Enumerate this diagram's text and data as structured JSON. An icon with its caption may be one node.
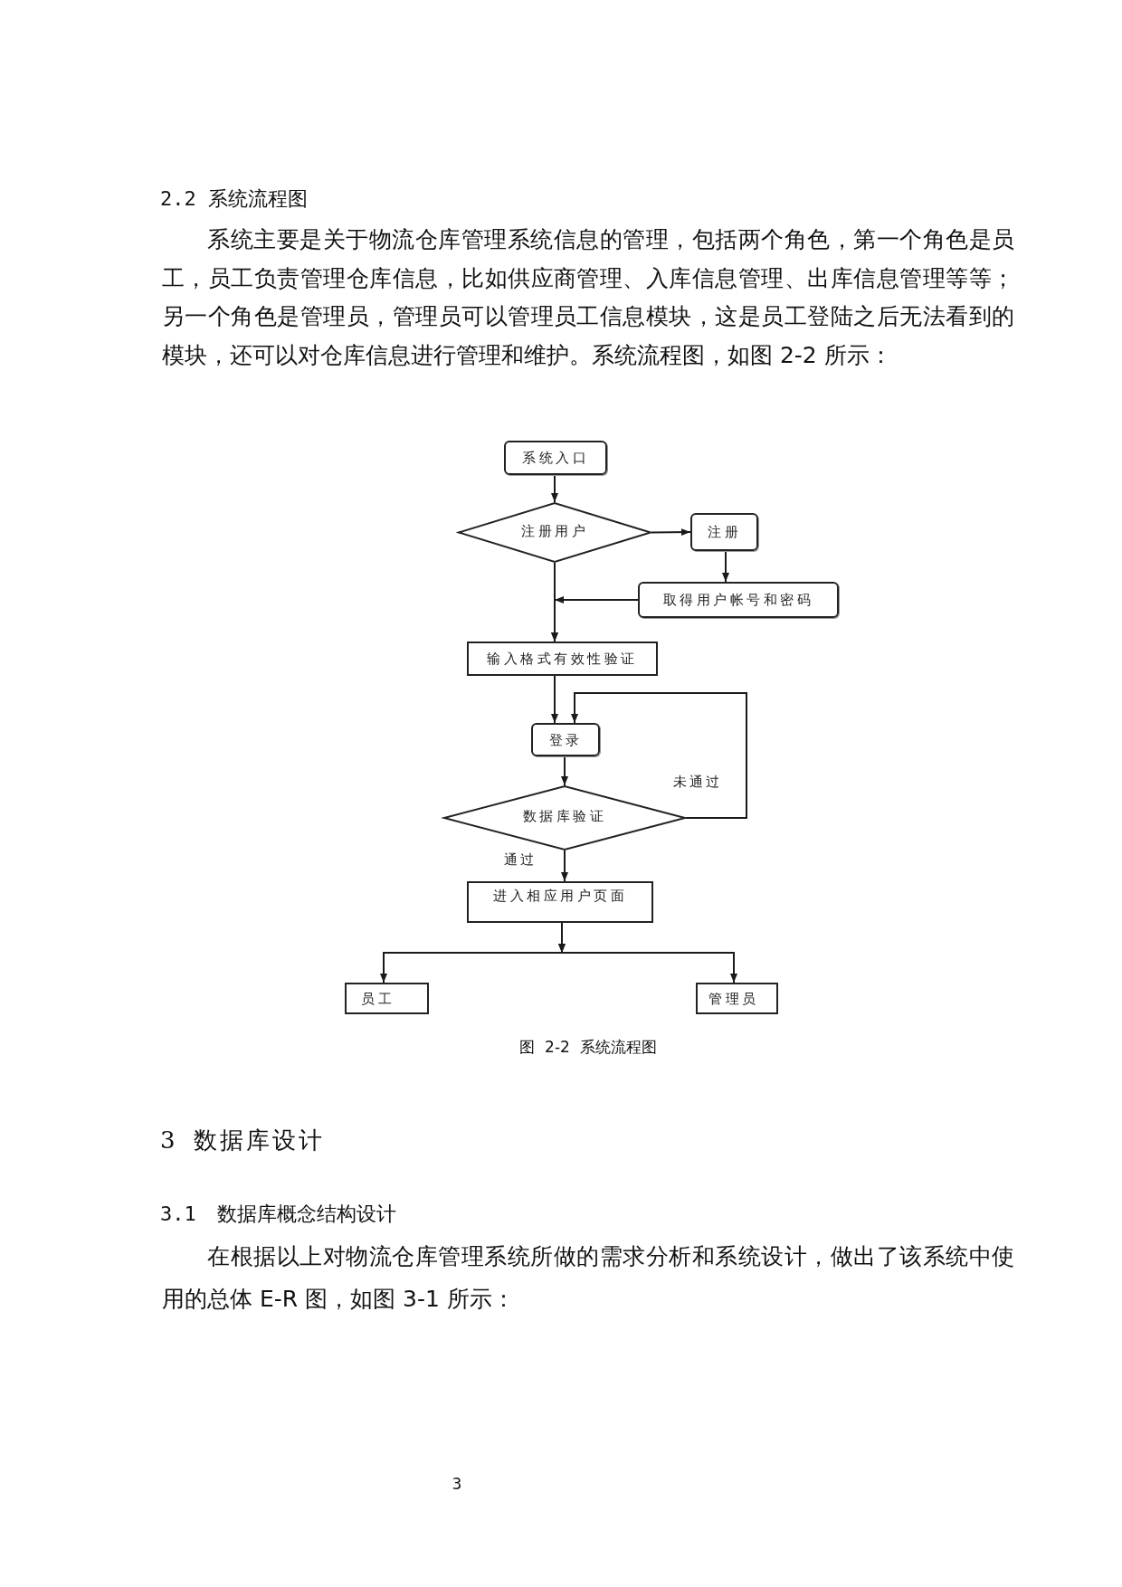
{
  "diagram": {
    "title": "2.2 系统流程图",
    "caption": "图 2-2 系统流程图",
    "nodes": [
      {
        "text": [
          "系统入口"
        ]
      },
      {
        "text": [
          "注册用户"
        ]
      },
      {
        "text": [
          "注册"
        ]
      },
      {
        "text": [
          "取得用户帐号和密码"
        ]
      },
      {
        "text": [
          "输入格式有效性验证"
        ]
      },
      {
        "text": [
          "登录"
        ]
      },
      {
        "text": [
          "数据库验证"
        ]
      },
      {
        "text": [
          "进入相应用户页面"
        ]
      },
      {
        "text": [
          "员工"
        ]
      },
      {
        "text": [
          "管理员"
        ]
      }
    ],
    "edges": [
      {
        "from": 0,
        "to": 1,
        "arrow": "to"
      },
      {
        "from": 1,
        "to": 2,
        "arrow": "to"
      },
      {
        "from": 2,
        "to": 3,
        "arrow": "to"
      },
      {
        "from": 3,
        "to": 4,
        "arrow": "to"
      },
      {
        "from": 1,
        "to": 4,
        "arrow": "to"
      },
      {
        "from": 4,
        "to": 5,
        "arrow": "to"
      },
      {
        "from": 5,
        "to": 6,
        "arrow": "to"
      },
      {
        "from": 6,
        "to": 5,
        "arrow": "to",
        "label": "未通过"
      },
      {
        "from": 6,
        "to": 7,
        "arrow": "to",
        "label": "通过"
      },
      {
        "from": 7,
        "to": 8,
        "arrow": "to"
      },
      {
        "from": 7,
        "to": 9,
        "arrow": "to"
      }
    ],
    "labels": [
      "系统主要是关于物流仓库管理系统信息的管理，包括两个角色，第一个角色是员工，员工负责管理仓库信息，比如供应商管理、入库信息管理、出库信息管理等等；另一个角色是管理员，管理员可以管理员工信息模块，这是员工登陆之后无法看到的模块，还可以对仓库信息进行管理和维护。系统流程图，如图 2-2 所示：",
      "3 数据库设计",
      "3.1 数据库概念结构设计",
      "在根据以上对物流仓库管理系统所做的需求分析和系统设计，做出了该系统中使用的总体 E-R 图，如图 3-1 所示：",
      "3"
    ]
  }
}
